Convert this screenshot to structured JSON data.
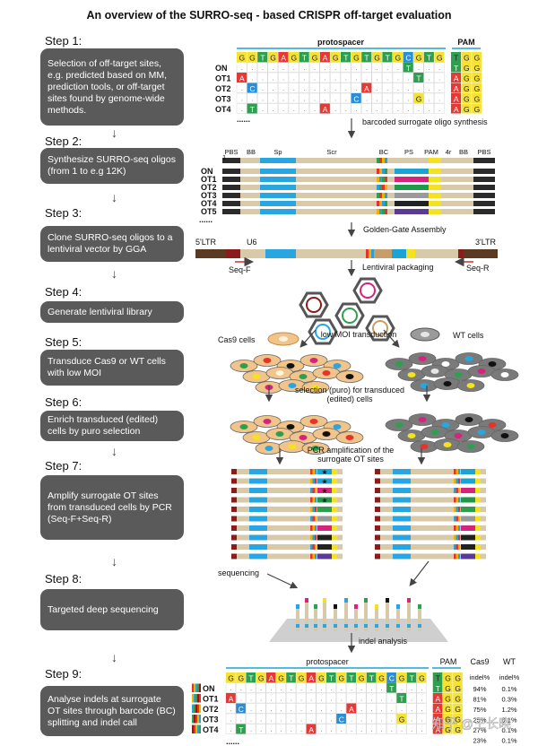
{
  "title": "An overview of the SURRO-seq - based CRISPR off-target evaluation",
  "steps": [
    {
      "label": "Step 1:",
      "text": "Selection of off-target sites, e.g. predicted based on MM, prediction tools, or off-target sites found by genome-wide methods."
    },
    {
      "label": "Step 2:",
      "text": "Synthesize SURRO-seq oligos (from 1 to e.g 12K)"
    },
    {
      "label": "Step 3:",
      "text": "Clone SURRO-seq oligos to a lentiviral vector by GGA"
    },
    {
      "label": "Step 4:",
      "text": "Generate lentiviral library"
    },
    {
      "label": "Step 5:",
      "text": "Transduce Cas9 or WT cells with low MOI"
    },
    {
      "label": "Step 6:",
      "text": "Enrich transduced (edited) cells by puro selection"
    },
    {
      "label": "Step 7:",
      "text": "Amplify surrogate OT sites from transduced cells by PCR (Seq-F+Seq-R)"
    },
    {
      "label": "Step 8:",
      "text": "Targeted deep sequencing"
    },
    {
      "label": "Step 9:",
      "text": "Analyse indels at surrogate OT sites through barcode (BC) splitting and indel call"
    }
  ],
  "seq": {
    "protospacer_label": "protospacer",
    "pam_label": "PAM",
    "bases": [
      "G",
      "G",
      "T",
      "G",
      "A",
      "G",
      "T",
      "G",
      "A",
      "G",
      "T",
      "G",
      "T",
      "G",
      "T",
      "G",
      "C",
      "G",
      "T",
      "G"
    ],
    "pam": [
      "T",
      "G",
      "G"
    ],
    "site_names": [
      "ON",
      "OT1",
      "OT2",
      "OT3",
      "OT4",
      "OT5"
    ],
    "site_colors": [
      "#1ba3d6",
      "#d6247e",
      "#1e9a4a",
      "#9a9a9a",
      "#222222",
      "#5b3a96"
    ],
    "dots": "......"
  },
  "annotations": {
    "oligo_synthesis": "barcoded surrogate oligo synthesis",
    "golden_gate": "Golden-Gate Assembly",
    "lenti_packaging": "Lentiviral packaging",
    "cas9_cells": "Cas9 cells",
    "wt_cells": "WT cells",
    "low_moi": "low MOI transduction",
    "selection": "selection (puro) for transduced (edited) cells",
    "pcr_amp": "PCR amplification of the surrogate OT sites",
    "sequencing": "sequencing",
    "indel_analysis": "indel analysis"
  },
  "oligo_parts": [
    "PBS",
    "BB",
    "Sp",
    "Scr",
    "BC",
    "PS",
    "PAM",
    "4r",
    "BB",
    "PBS"
  ],
  "oligo_index": "1",
  "vector": {
    "ltr5": "5'LTR",
    "ltr3": "3'LTR",
    "u6": "U6",
    "seq_f": "Seq-F",
    "seq_r": "Seq-R"
  },
  "results": {
    "cas9_header": "Cas9",
    "wt_header": "WT",
    "cas9_sub": "indel%",
    "wt_sub": "indel%",
    "cas9": [
      "94%",
      "81%",
      "75%",
      "25%",
      "27%",
      "23%"
    ],
    "wt": [
      "0.1%",
      "0.3%",
      "1.2%",
      "0.1%",
      "0.1%",
      "0.1%"
    ]
  },
  "watermark": "知乎 @王长晓",
  "colors": {
    "A": "#e53935",
    "T": "#2e9e4f",
    "C": "#2a8ed6",
    "G": "#f5e232",
    "box": "#5a5a5a",
    "pam": "#f4e11f"
  }
}
